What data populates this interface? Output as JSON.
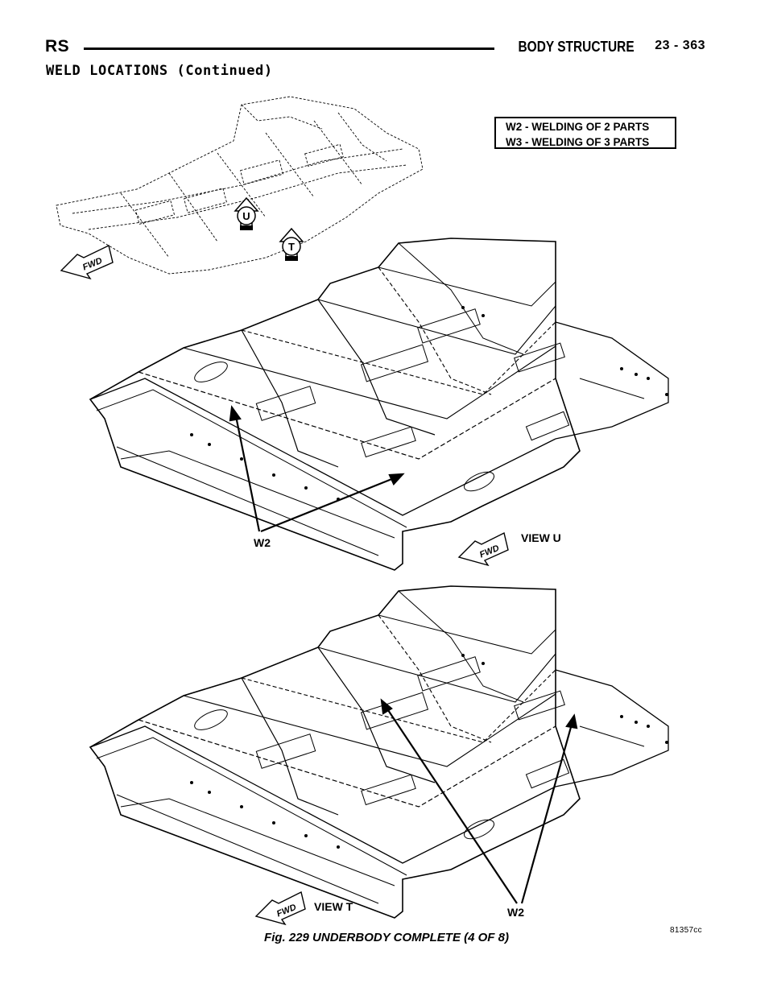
{
  "header": {
    "section_code": "RS",
    "title": "BODY STRUCTURE",
    "page": "23 - 363"
  },
  "section_title": "WELD LOCATIONS (Continued)",
  "legend": {
    "line1": "W2 - WELDING OF 2 PARTS",
    "line2": "W3 - WELDING OF 3 PARTS"
  },
  "callouts": {
    "view_u_marker": "U",
    "view_t_marker": "T",
    "fwd": "FWD",
    "w2_upper": "W2",
    "view_u_label": "VIEW U",
    "view_t_label": "VIEW T",
    "w2_lower": "W2"
  },
  "figure_code": "81357cc",
  "caption": "Fig. 229 UNDERBODY COMPLETE (4 OF 8)"
}
